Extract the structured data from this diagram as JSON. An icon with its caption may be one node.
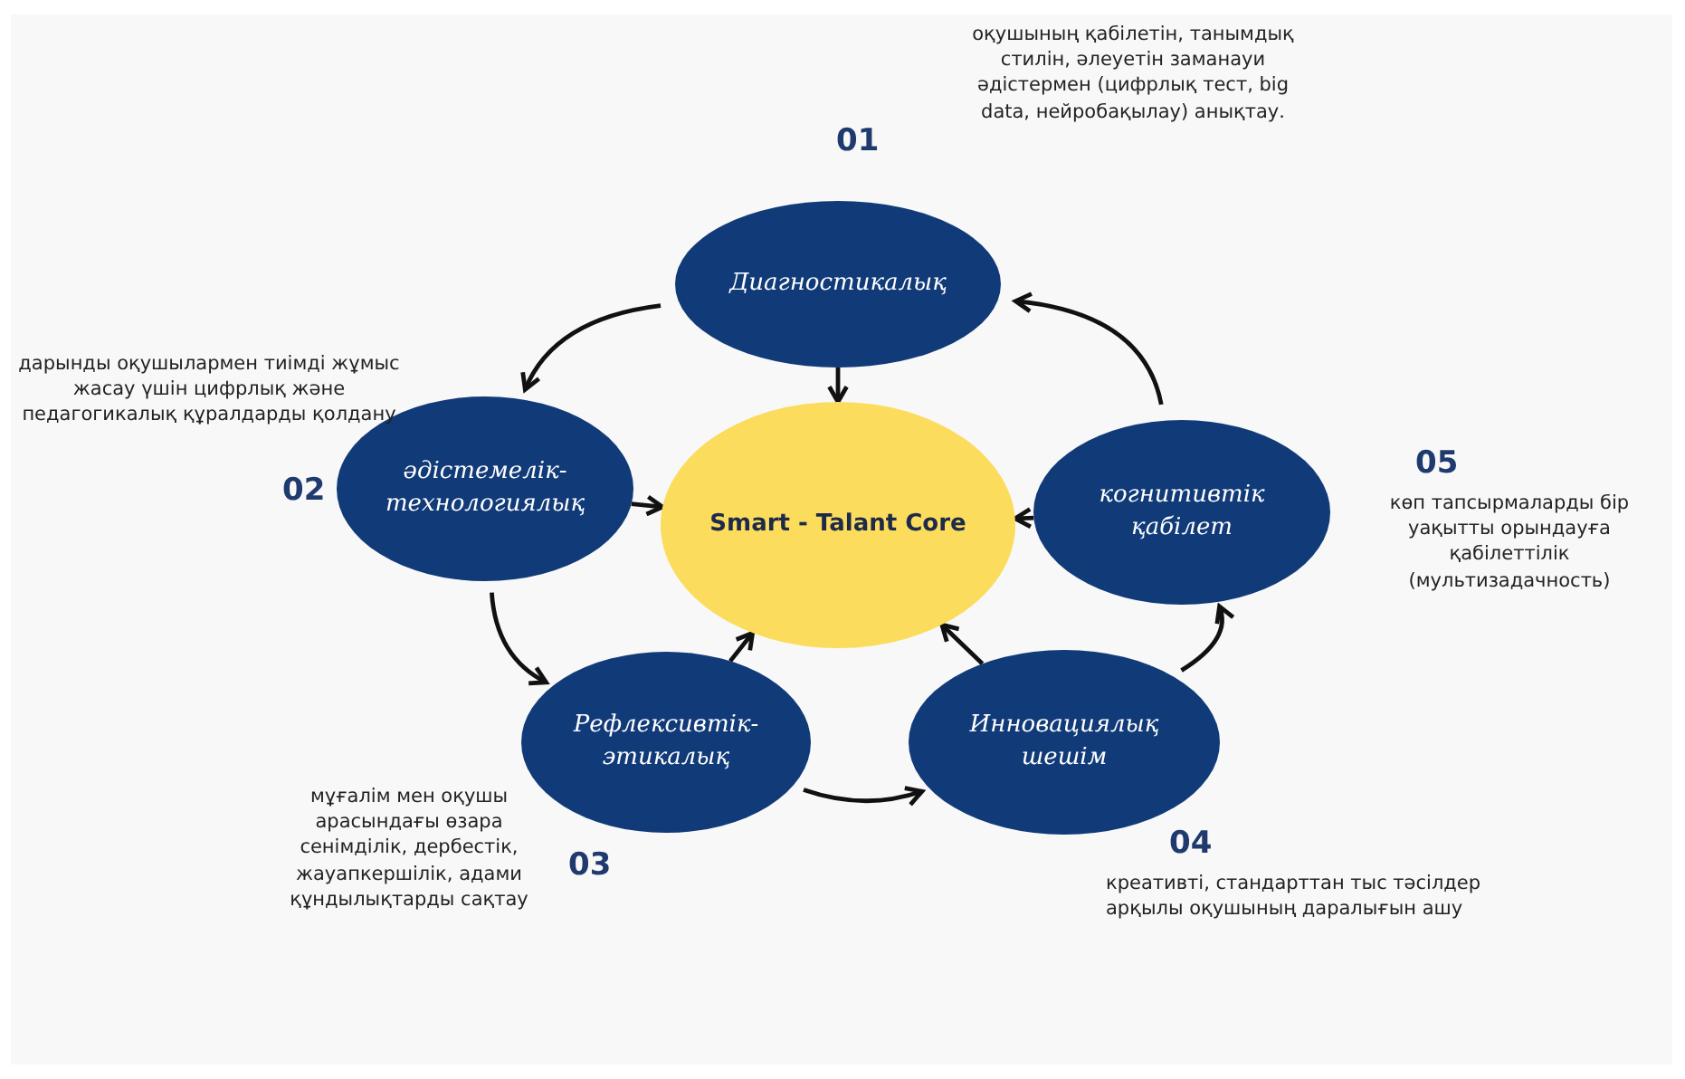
{
  "diagram": {
    "nodes": [
      {
        "text": [
          "Smart - Talant Core"
        ]
      },
      {
        "text": [
          "Диагностикалық"
        ]
      },
      {
        "text": [
          "әдістемелік-технологиялық"
        ]
      },
      {
        "text": [
          "Рефлексивтік-этикалық"
        ]
      },
      {
        "text": [
          "Инновациялық шешім"
        ]
      },
      {
        "text": [
          "когнитивтік қабілет"
        ]
      }
    ],
    "edges": [
      {
        "from": 1,
        "to": 0,
        "arrow": "to"
      },
      {
        "from": 2,
        "to": 0,
        "arrow": "to"
      },
      {
        "from": 3,
        "to": 0,
        "arrow": "to"
      },
      {
        "from": 4,
        "to": 0,
        "arrow": "to"
      },
      {
        "from": 5,
        "to": 0,
        "arrow": "to"
      },
      {
        "from": 1,
        "to": 2,
        "arrow": "to"
      },
      {
        "from": 2,
        "to": 3,
        "arrow": "to"
      },
      {
        "from": 3,
        "to": 4,
        "arrow": "to"
      },
      {
        "from": 4,
        "to": 5,
        "arrow": "to"
      },
      {
        "from": 5,
        "to": 1,
        "arrow": "to"
      }
    ],
    "labels": [
      "оқушының қабілетін, танымдық стилін, әлеуетін заманауи әдістермен (цифрлық тест, big data, нейробақылау) анықтау.",
      "01",
      "дарынды оқушылармен тиімді жұмыс жасау үшін цифрлық және педагогикалық құралдарды қолдану",
      "05",
      "02",
      "көп тапсырмаларды бір уақытты орындауға қабілеттілік (мультизадачность)",
      "мұғалім мен оқушы арасындағы өзара сенімділік, дербестік, жауапкершілік, адами құндылықтарды сақтау",
      "04",
      "03",
      "креативті, стандарттан тыс тәсілдер арқылы оқушының даралығын ашу"
    ]
  }
}
